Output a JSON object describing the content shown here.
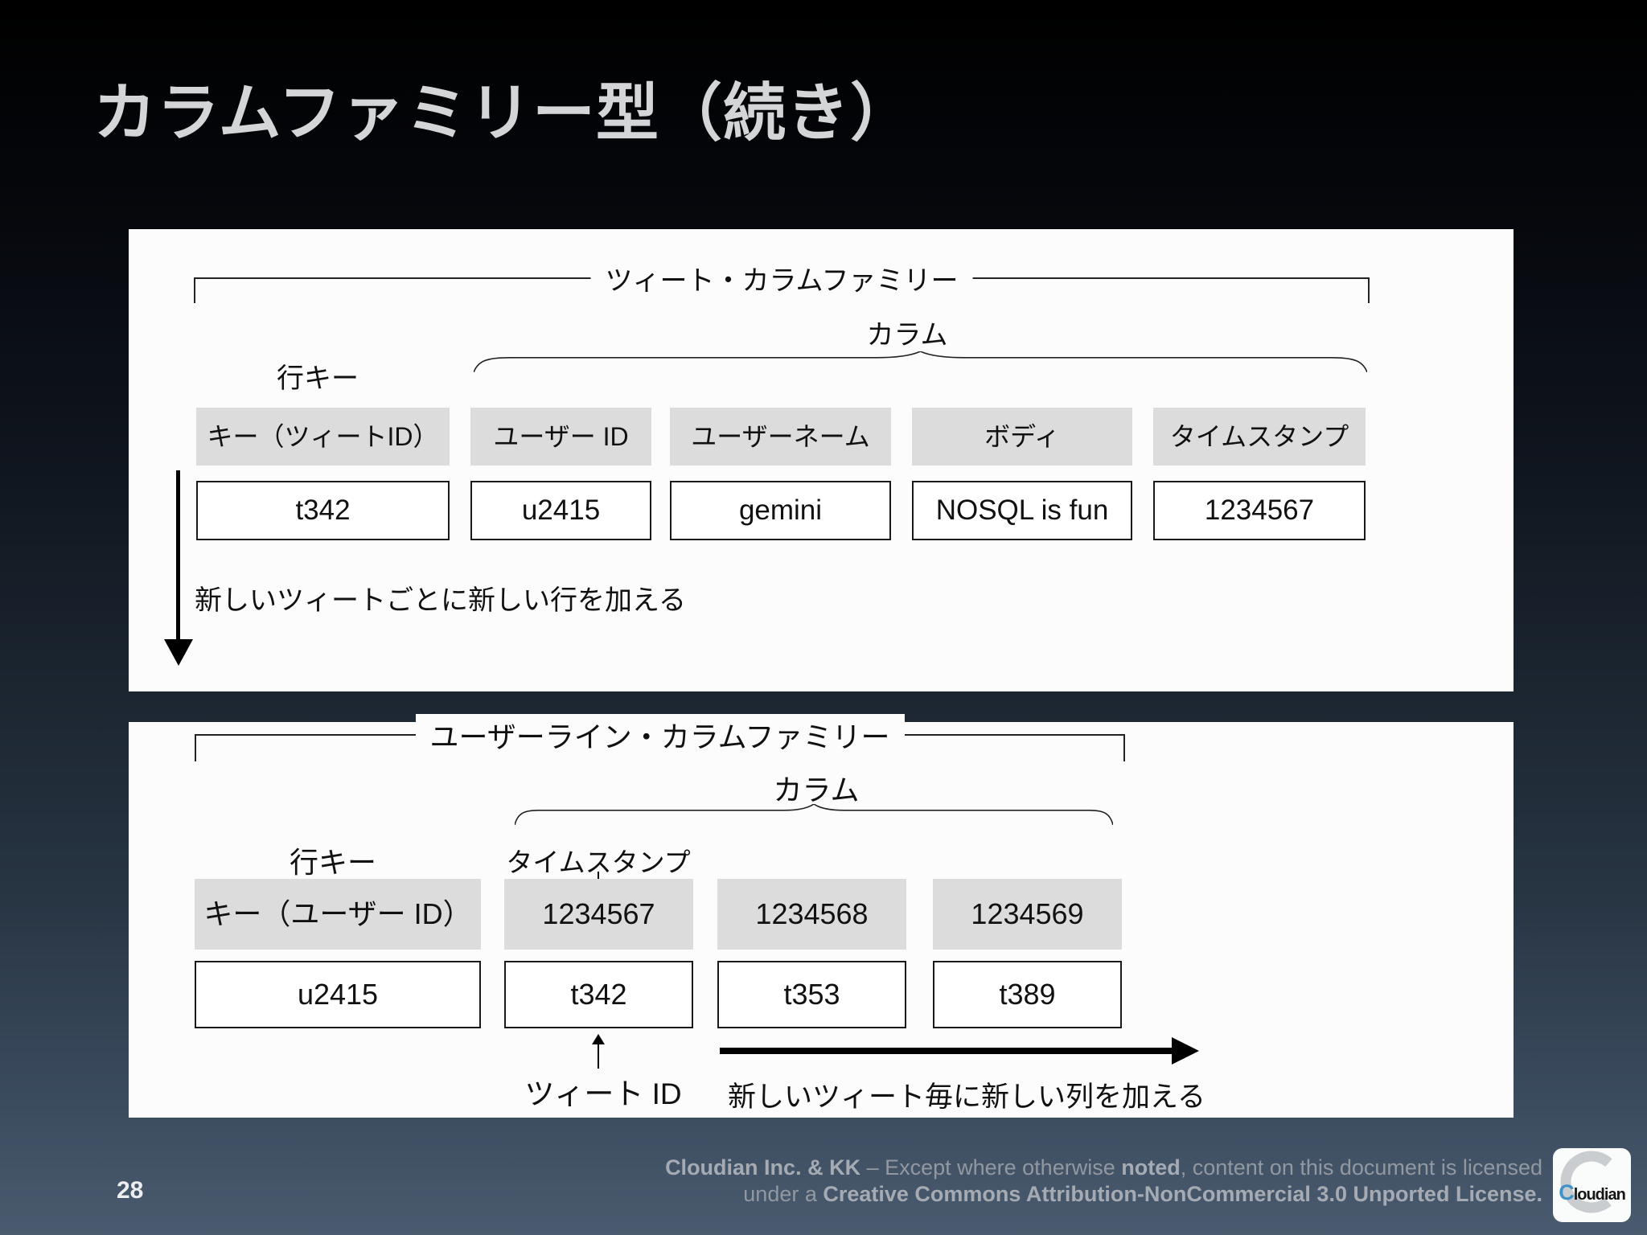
{
  "slide": {
    "title": "カラムファミリー型（続き）",
    "page_number": "28"
  },
  "tweet_panel": {
    "family_label": "ツィート・カラムファミリー",
    "columns_label": "カラム",
    "row_key_label": "行キー",
    "headers": [
      "キー（ツィートID）",
      "ユーザー ID",
      "ユーザーネーム",
      "ボディ",
      "タイムスタンプ"
    ],
    "values": [
      "t342",
      "u2415",
      "gemini",
      "NOSQL is fun",
      "1234567"
    ],
    "note": "新しいツィートごとに新しい行を加える"
  },
  "userline_panel": {
    "family_label": "ユーザーライン・カラムファミリー",
    "columns_label": "カラム",
    "row_key_label": "行キー",
    "timestamp_label": "タイムスタンプ",
    "tweet_id_label": "ツィート ID",
    "headers": [
      "キー（ユーザー ID）",
      "1234567",
      "1234568",
      "1234569"
    ],
    "values": [
      "u2415",
      "t342",
      "t353",
      "t389"
    ],
    "note": "新しいツィート毎に新しい列を加える"
  },
  "footer": {
    "l1a": "Cloudian Inc. & KK",
    "l1b": " – Except where otherwise ",
    "l1c": "noted",
    "l1d": ", content on this document is licensed",
    "l2a": "under a ",
    "l2b": "Creative Commons Attribution-NonCommercial 3.0 Unported License.",
    "logo_c": "C",
    "logo_rest": "loudian"
  },
  "colors": {
    "logo_blue": "#3f92c8",
    "panel_bg": "#fcfcfc",
    "header_cell_bg": "#dcdcdc",
    "footer_text": "#9298a0"
  }
}
